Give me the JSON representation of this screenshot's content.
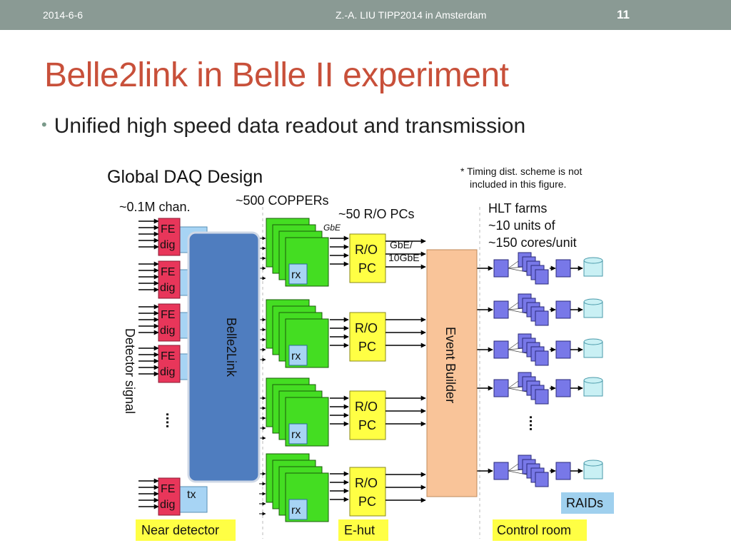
{
  "header": {
    "date": "2014-6-6",
    "center_text": "Z.-A. LIU  TIPP2014 in Amsterdam",
    "page_number": "11"
  },
  "slide": {
    "title": "Belle2link in Belle II experiment",
    "bullet": "Unified high speed data readout and transmission"
  },
  "diagram": {
    "heading": "Global DAQ Design",
    "note_line1": "* Timing dist. scheme is not",
    "note_line2": "included in this figure.",
    "label_channels": "~0.1M chan.",
    "label_coppers": "~500 COPPERs",
    "label_ropcs": "~50 R/O PCs",
    "label_gbe": "GbE",
    "label_gbe10_line1": "GbE/",
    "label_gbe10_line2": "10GbE",
    "hlt_line1": "HLT farms",
    "hlt_line2": "~10 units of",
    "hlt_line3": "~150 cores/unit",
    "fe_line1": "FE",
    "fe_line2": "dig",
    "tx_label": "tx",
    "rx_label": "rx",
    "ro_line1": "R/O",
    "ro_line2": "PC",
    "belle2link_label": "Belle2Link",
    "event_builder_label": "Event Builder",
    "detector_signal": "Detector signal",
    "dots": "....",
    "raids_label": "RAIDs",
    "zone_near": "Near detector",
    "zone_ehut": "E-hut",
    "zone_control": "Control room",
    "colors": {
      "fe": "#e8365a",
      "copper": "#44dd22",
      "ro_pc": "#ffff44",
      "event_builder": "#f9c499",
      "belle2link": "#4f7dbf",
      "hlt_node": "#7878e8",
      "raid": "#c9f0f4",
      "zone_label": "#ffff44",
      "raids_box": "#9fd0ee",
      "tx_rx": "#a7d4f4"
    }
  }
}
